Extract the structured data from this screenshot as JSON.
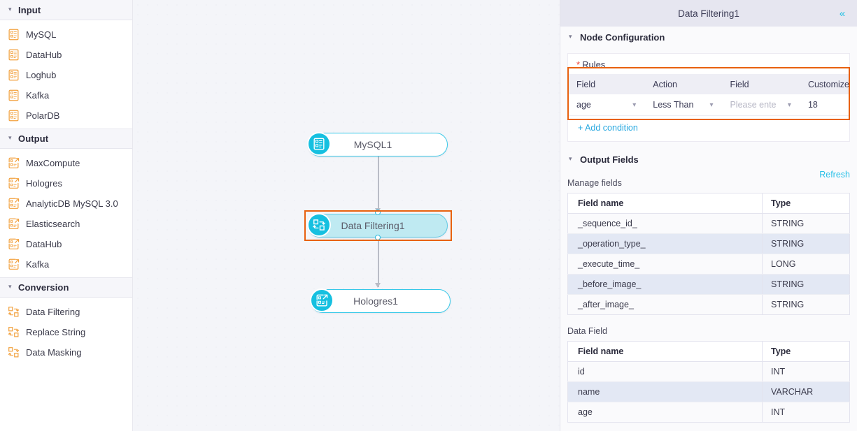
{
  "sidebar": {
    "sections": [
      {
        "title": "Input",
        "icon": "db-input-icon",
        "items": [
          {
            "label": "MySQL",
            "icon": "db-input-icon"
          },
          {
            "label": "DataHub",
            "icon": "db-input-icon"
          },
          {
            "label": "Loghub",
            "icon": "db-input-icon"
          },
          {
            "label": "Kafka",
            "icon": "db-input-icon"
          },
          {
            "label": "PolarDB",
            "icon": "db-input-icon"
          }
        ]
      },
      {
        "title": "Output",
        "icon": "db-output-icon",
        "items": [
          {
            "label": "MaxCompute",
            "icon": "db-output-icon"
          },
          {
            "label": "Hologres",
            "icon": "db-output-icon"
          },
          {
            "label": "AnalyticDB MySQL 3.0",
            "icon": "db-output-icon"
          },
          {
            "label": "Elasticsearch",
            "icon": "db-output-icon"
          },
          {
            "label": "DataHub",
            "icon": "db-output-icon"
          },
          {
            "label": "Kafka",
            "icon": "db-output-icon"
          }
        ]
      },
      {
        "title": "Conversion",
        "icon": "transform-icon",
        "items": [
          {
            "label": "Data Filtering",
            "icon": "transform-icon"
          },
          {
            "label": "Replace String",
            "icon": "transform-icon"
          },
          {
            "label": "Data Masking",
            "icon": "transform-icon"
          }
        ]
      }
    ]
  },
  "canvas": {
    "nodes": [
      {
        "id": "mysql",
        "label": "MySQL1",
        "icon": "source-node-icon",
        "selected": false
      },
      {
        "id": "filter",
        "label": "Data Filtering1",
        "icon": "transform-node-icon",
        "selected": true
      },
      {
        "id": "hologres",
        "label": "Hologres1",
        "icon": "sink-node-icon",
        "selected": false
      }
    ],
    "selection_color": "#e8610f",
    "node_accent": "#16c0e0"
  },
  "panel": {
    "title": "Data Filtering1",
    "collapse_icon": "«",
    "node_configuration": {
      "title": "Node Configuration",
      "rules_label": "Rules",
      "required_marker": "*",
      "columns": [
        "Field",
        "Action",
        "Field",
        "Customize"
      ],
      "row": {
        "field": "age",
        "action": "Less Than",
        "field2_placeholder": "Please ente",
        "customize": "18"
      },
      "add_condition": "+ Add condition"
    },
    "output_fields": {
      "title": "Output Fields",
      "refresh": "Refresh",
      "manage_label": "Manage fields",
      "columns": [
        "Field name",
        "Type"
      ],
      "manage_rows": [
        {
          "name": "_sequence_id_",
          "type": "STRING"
        },
        {
          "name": "_operation_type_",
          "type": "STRING"
        },
        {
          "name": "_execute_time_",
          "type": "LONG"
        },
        {
          "name": "_before_image_",
          "type": "STRING"
        },
        {
          "name": "_after_image_",
          "type": "STRING"
        }
      ],
      "data_label": "Data Field",
      "data_rows": [
        {
          "name": "id",
          "type": "INT"
        },
        {
          "name": "name",
          "type": "VARCHAR"
        },
        {
          "name": "age",
          "type": "INT"
        }
      ]
    }
  }
}
